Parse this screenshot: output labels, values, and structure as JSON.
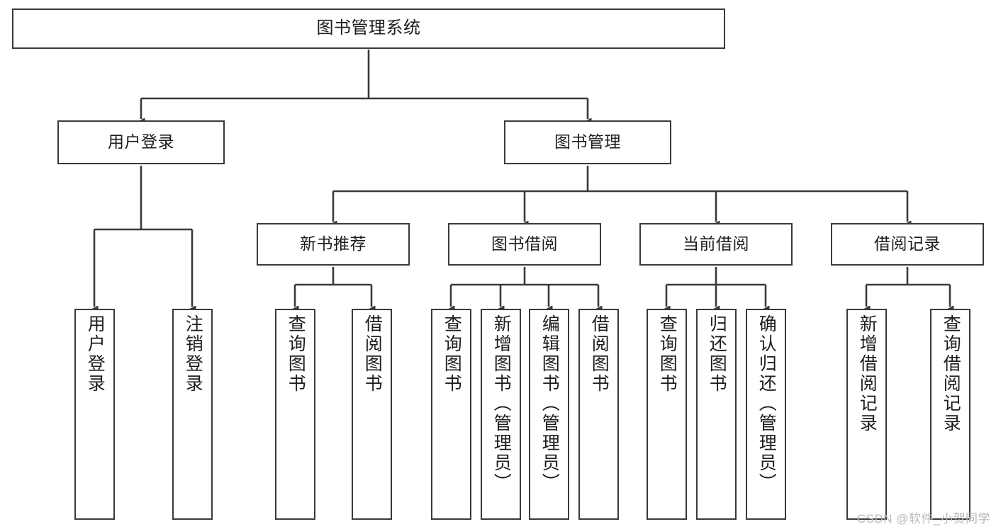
{
  "diagram": {
    "title": "图书管理系统",
    "watermark": "CSDN @软件_小贺同学",
    "colors": {
      "stroke": "#3a3a3a",
      "text": "#1d1d1d",
      "background": "#ffffff",
      "watermark": "#b9b9b9"
    },
    "nodes": {
      "root": {
        "label": "图书管理系统"
      },
      "level2": [
        {
          "id": "user-login",
          "label": "用户登录"
        },
        {
          "id": "book-management",
          "label": "图书管理"
        }
      ],
      "level3": [
        {
          "id": "new-book-recommend",
          "label": "新书推荐"
        },
        {
          "id": "book-borrow",
          "label": "图书借阅"
        },
        {
          "id": "current-borrow",
          "label": "当前借阅"
        },
        {
          "id": "borrow-record",
          "label": "借阅记录"
        }
      ],
      "leaves": [
        {
          "id": "leaf-user-login",
          "label": "用户登录",
          "parent": "user-login"
        },
        {
          "id": "leaf-logout-login",
          "label": "注销登录",
          "parent": "user-login"
        },
        {
          "id": "leaf-query-book-1",
          "label": "查询图书",
          "parent": "new-book-recommend"
        },
        {
          "id": "leaf-borrow-book-1",
          "label": "借阅图书",
          "parent": "new-book-recommend"
        },
        {
          "id": "leaf-query-book-2",
          "label": "查询图书",
          "parent": "book-borrow"
        },
        {
          "id": "leaf-add-book",
          "label": "新增图书（管理员）",
          "parent": "book-borrow"
        },
        {
          "id": "leaf-edit-book",
          "label": "编辑图书（管理员）",
          "parent": "book-borrow"
        },
        {
          "id": "leaf-borrow-book-2",
          "label": "借阅图书",
          "parent": "book-borrow"
        },
        {
          "id": "leaf-query-book-3",
          "label": "查询图书",
          "parent": "current-borrow"
        },
        {
          "id": "leaf-return-book",
          "label": "归还图书",
          "parent": "current-borrow"
        },
        {
          "id": "leaf-confirm-return",
          "label": "确认归还（管理员）",
          "parent": "current-borrow"
        },
        {
          "id": "leaf-add-record",
          "label": "新增借阅记录",
          "parent": "borrow-record"
        },
        {
          "id": "leaf-query-record",
          "label": "查询借阅记录",
          "parent": "borrow-record"
        }
      ]
    }
  }
}
